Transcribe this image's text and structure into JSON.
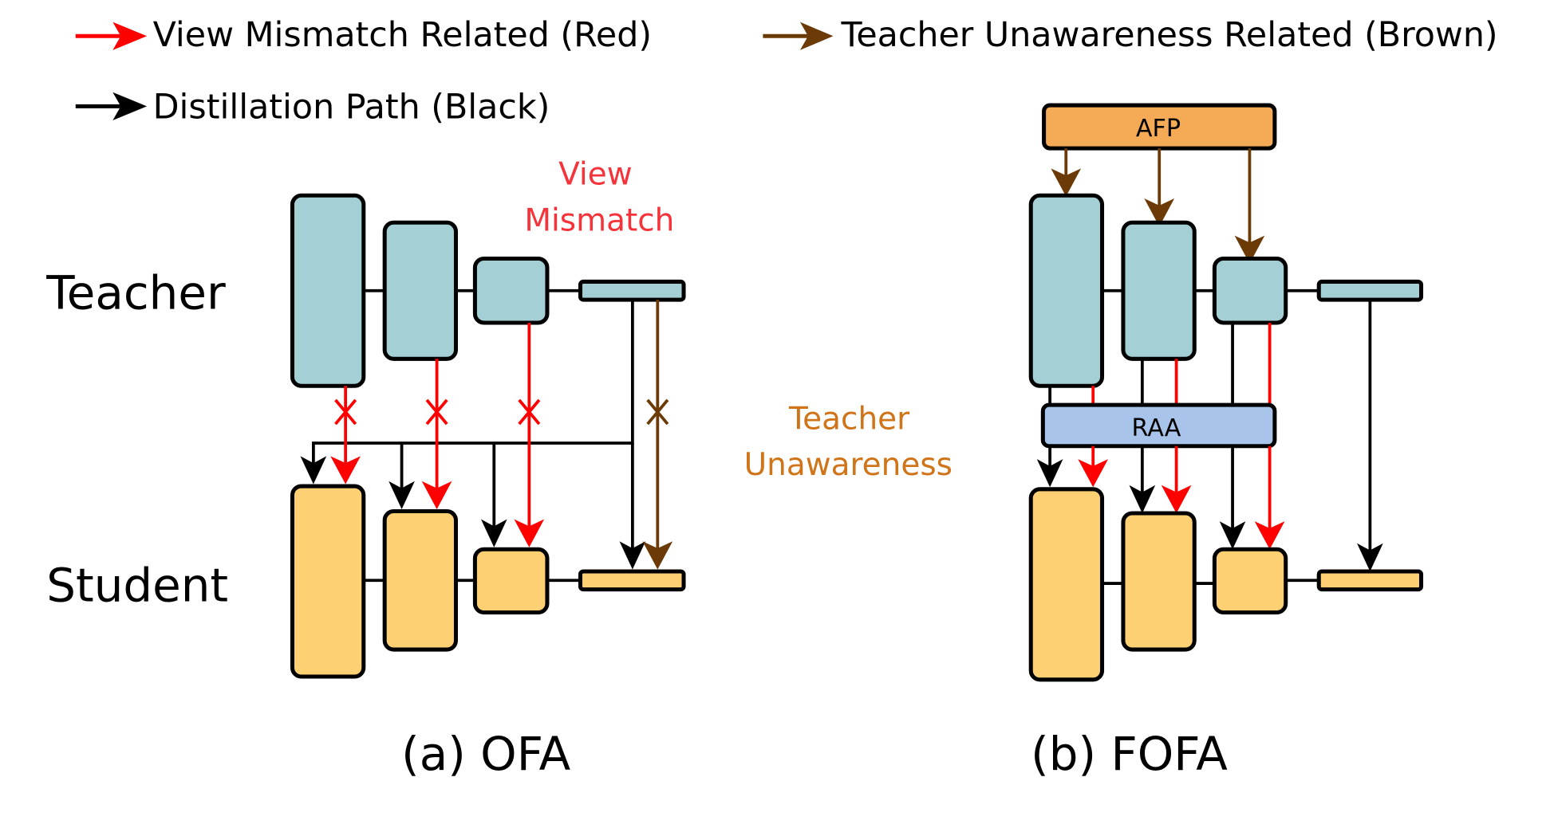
{
  "legend": {
    "items": [
      {
        "label": "View Mismatch Related (Red)",
        "color": "#ff0000"
      },
      {
        "label": "Teacher Unawareness Related (Brown)",
        "color": "#6b3a07"
      },
      {
        "label": "Distillation Path (Black)",
        "color": "#000000"
      }
    ]
  },
  "rows": {
    "teacher": "Teacher",
    "student": "Student"
  },
  "annotations": {
    "view_mismatch": [
      "View",
      "Mismatch"
    ],
    "teacher_unawareness": [
      "Teacher",
      "Unawareness"
    ]
  },
  "panels": {
    "ofa": {
      "caption": "(a) OFA"
    },
    "fofa": {
      "caption": "(b) FOFA",
      "afp_label": "AFP",
      "raa_label": "RAA"
    }
  },
  "colors": {
    "teacher_block": "#a3cfd5",
    "student_block": "#fdd073",
    "afp": "#f5ab55",
    "raa": "#a8c4ea",
    "red": "#ff0000",
    "brown": "#6b3a07",
    "orange_text": "#d07419"
  }
}
